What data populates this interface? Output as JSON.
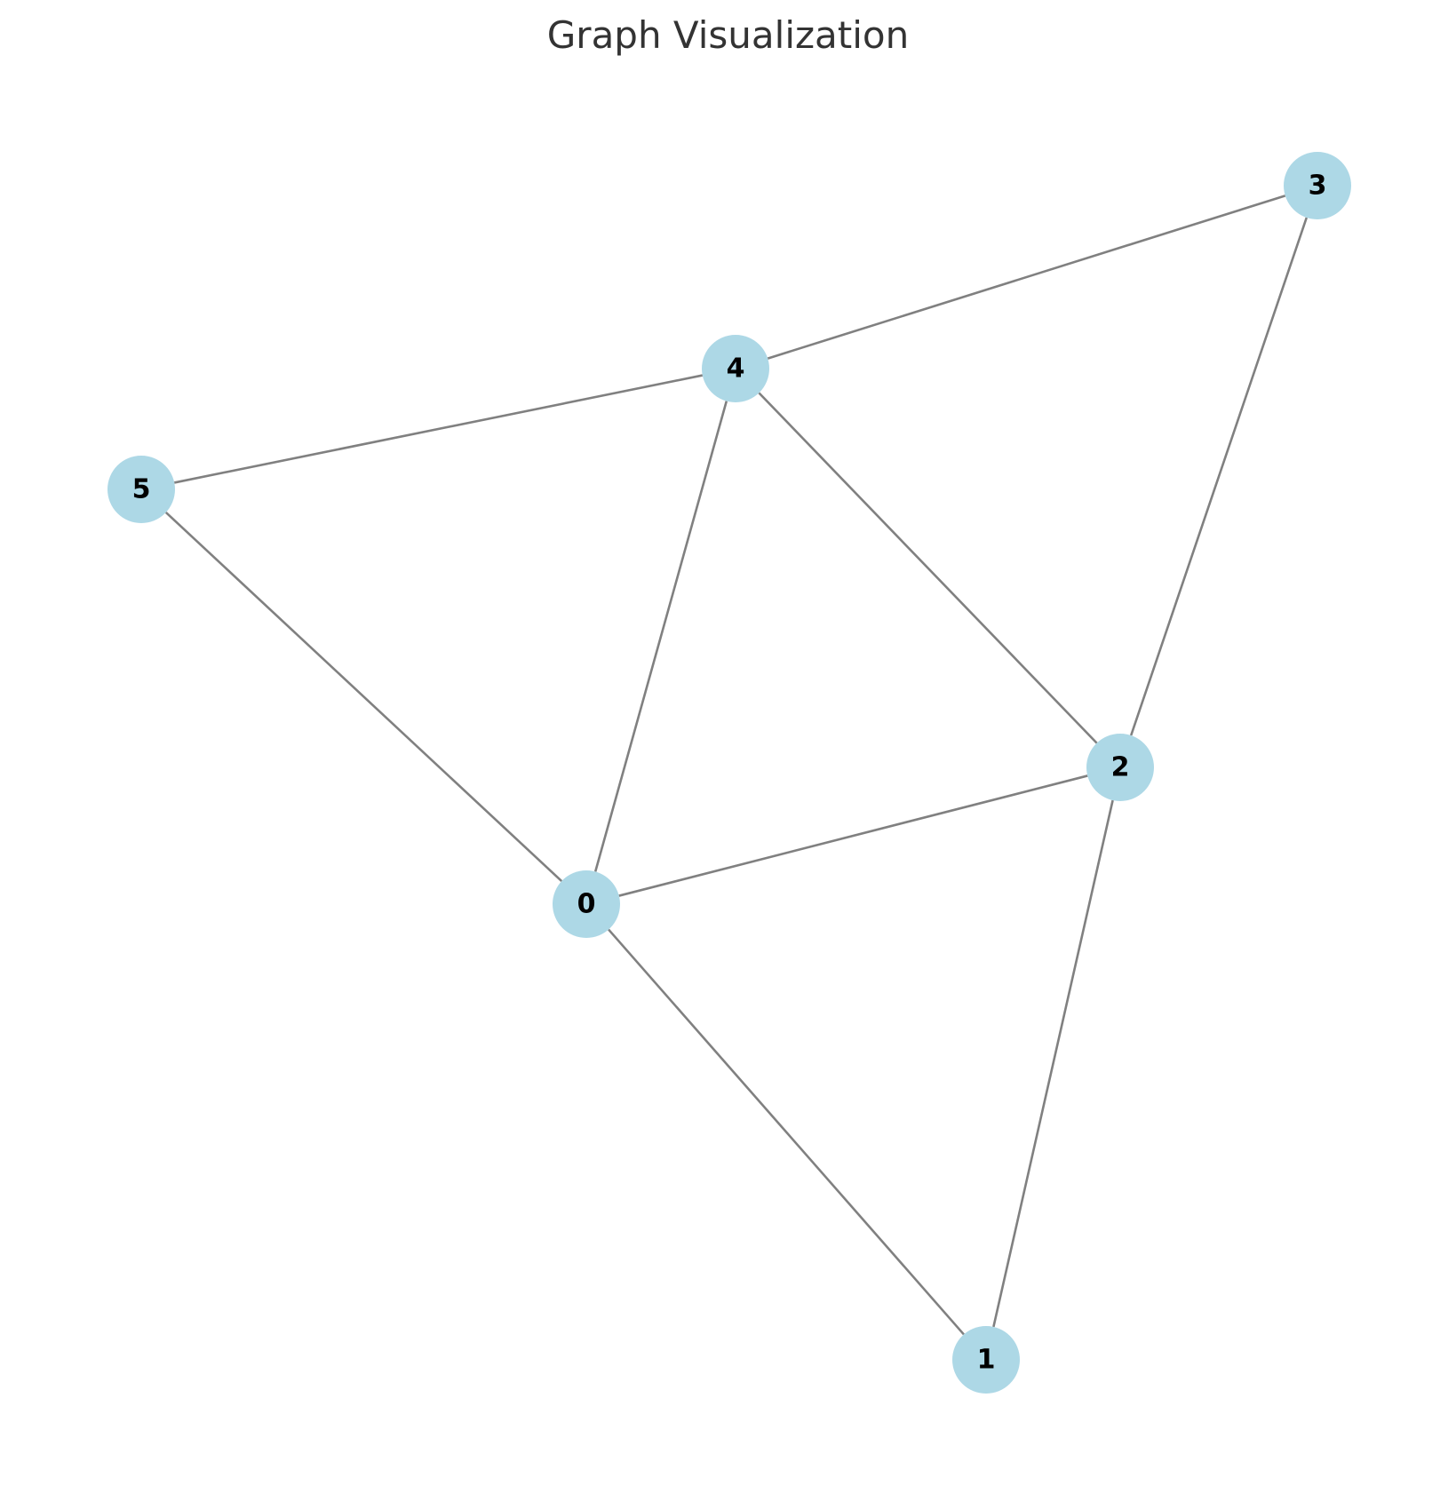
{
  "title": "Graph Visualization",
  "colors": {
    "node_fill": "#add8e6",
    "edge": "#808080",
    "label": "#000000",
    "title": "#333333"
  },
  "graph": {
    "nodes": [
      {
        "id": "0",
        "label": "0"
      },
      {
        "id": "1",
        "label": "1"
      },
      {
        "id": "2",
        "label": "2"
      },
      {
        "id": "3",
        "label": "3"
      },
      {
        "id": "4",
        "label": "4"
      },
      {
        "id": "5",
        "label": "5"
      }
    ],
    "edges": [
      {
        "from": "0",
        "to": "1"
      },
      {
        "from": "0",
        "to": "2"
      },
      {
        "from": "0",
        "to": "4"
      },
      {
        "from": "0",
        "to": "5"
      },
      {
        "from": "1",
        "to": "2"
      },
      {
        "from": "2",
        "to": "3"
      },
      {
        "from": "2",
        "to": "4"
      },
      {
        "from": "3",
        "to": "4"
      },
      {
        "from": "4",
        "to": "5"
      }
    ]
  }
}
